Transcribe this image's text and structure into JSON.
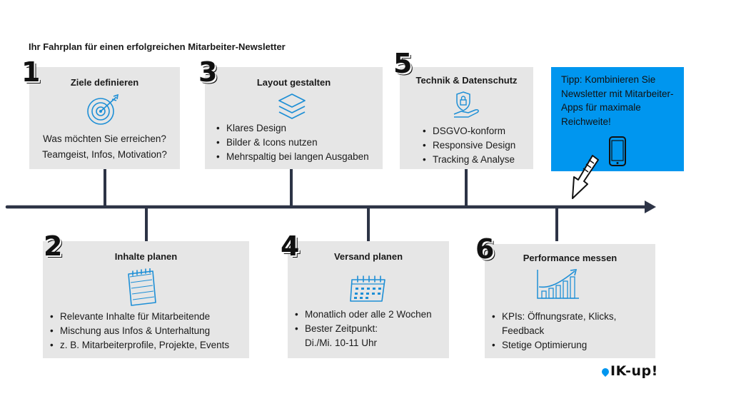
{
  "title": "Ihr Fahrplan für einen erfolgreichen Mitarbeiter-Newsletter",
  "colors": {
    "timeline": "#2d3446",
    "card": "#e6e6e6",
    "tip": "#0096ef",
    "icon": "#1e8fd6"
  },
  "steps": [
    {
      "number": "1",
      "title": "Ziele definieren",
      "icon": "target-icon",
      "lines": [
        "Was möchten Sie erreichen?",
        "Teamgeist, Infos, Motivation?"
      ]
    },
    {
      "number": "2",
      "title": "Inhalte planen",
      "icon": "notepad-icon",
      "bullets": [
        "Relevante Inhalte für Mitarbeitende",
        "Mischung aus Infos & Unterhaltung",
        "z. B. Mitarbeiterprofile, Projekte, Events"
      ]
    },
    {
      "number": "3",
      "title": "Layout gestalten",
      "icon": "layers-icon",
      "bullets": [
        "Klares Design",
        "Bilder & Icons nutzen",
        "Mehrspaltig bei langen Ausgaben"
      ]
    },
    {
      "number": "4",
      "title": "Versand planen",
      "icon": "calendar-icon",
      "bullets": [
        "Monatlich oder alle 2 Wochen",
        "Bester Zeitpunkt:"
      ],
      "continuation": "Di./Mi. 10-11 Uhr"
    },
    {
      "number": "5",
      "title": "Technik & Datenschutz",
      "icon": "shield-hand-icon",
      "bullets": [
        "DSGVO-konform",
        "Responsive Design",
        "Tracking & Analyse"
      ]
    },
    {
      "number": "6",
      "title": "Performance messen",
      "icon": "growth-chart-icon",
      "bullets": [
        "KPIs: Öffnungsrate, Klicks,"
      ],
      "continuation": "Feedback",
      "bullets_after": [
        "Stetige Optimierung"
      ]
    }
  ],
  "tip": {
    "text": "Tipp: Kombinieren Sie Newsletter mit Mitarbeiter-Apps für maximale Reichweite!",
    "icon": "smartphone-icon"
  },
  "logo": {
    "text": "IK-up!"
  }
}
